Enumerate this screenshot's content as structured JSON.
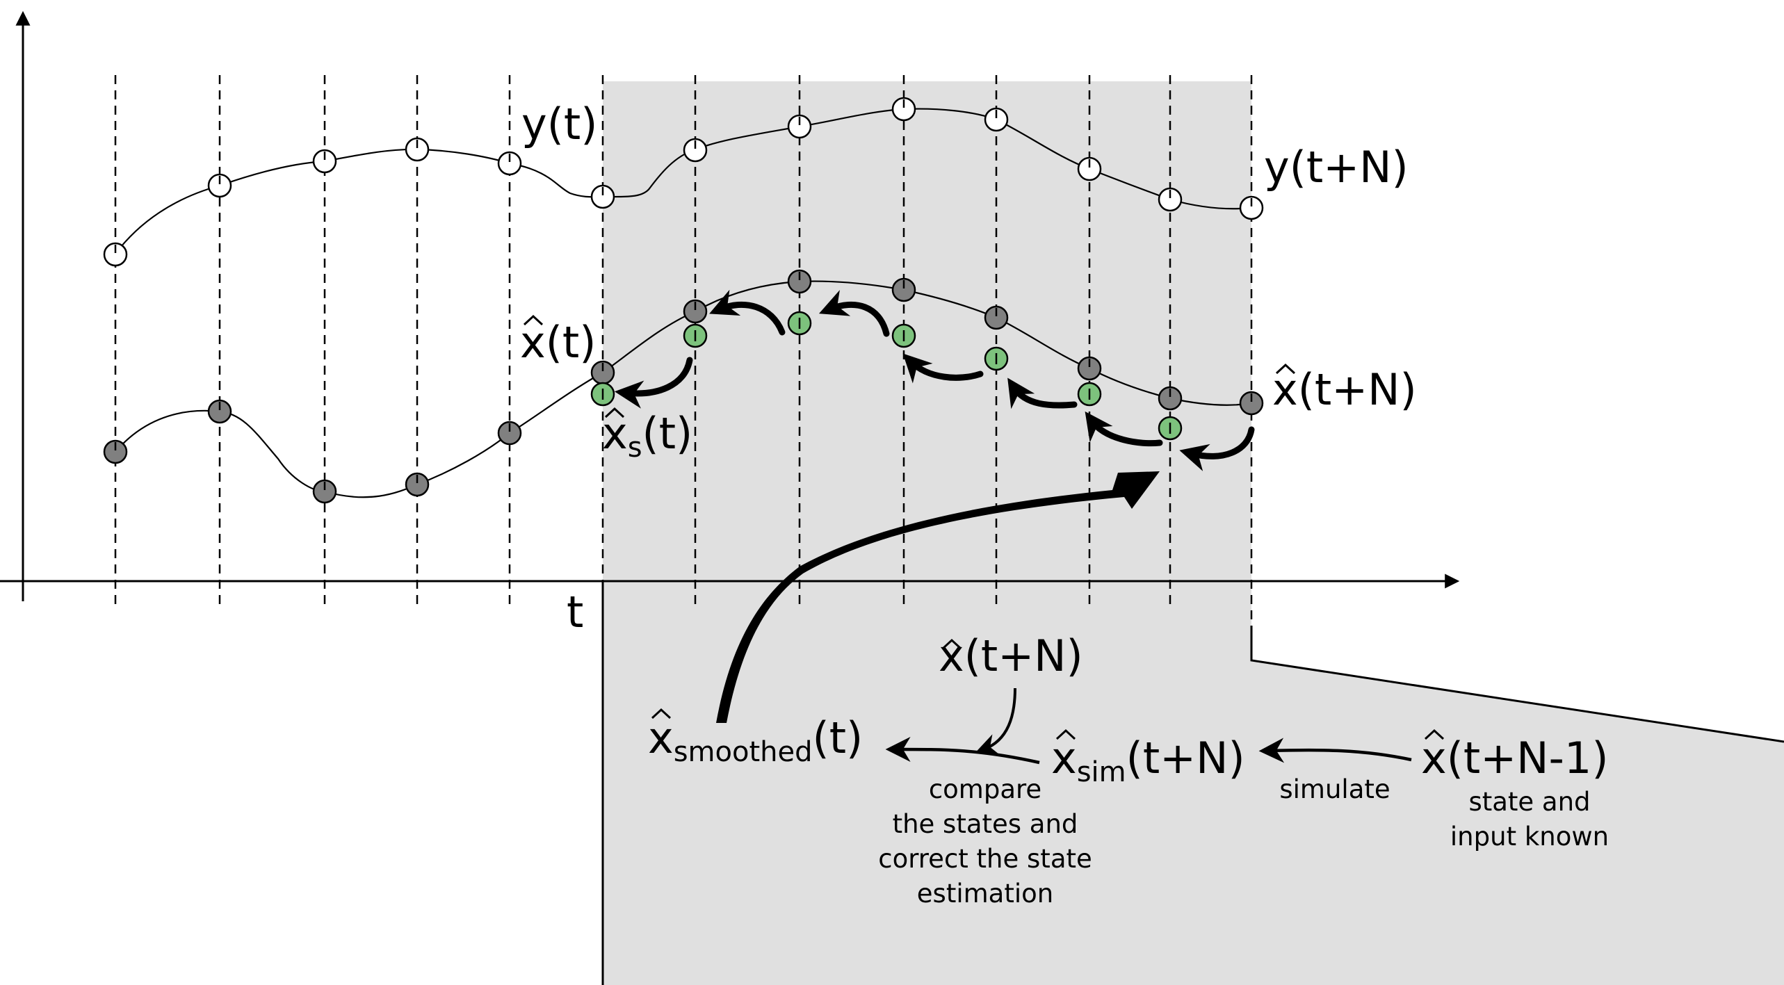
{
  "labels": {
    "t": "t",
    "y_t": "y(t)",
    "y_tN": "y(t+N)",
    "x_t": "x(t)",
    "x_tN": "x(t+N)",
    "xs_t_base": "x",
    "xs_t_sub": "s",
    "xs_t_tail": "(t)"
  },
  "flow": {
    "x_tN": "x(t+N)",
    "smoothed_base": "x",
    "smoothed_sub": "smoothed",
    "smoothed_tail": "(t)",
    "sim_base": "x",
    "sim_sub": "sim",
    "sim_tail": "(t+N)",
    "x_tN1": "x(t+N-1)",
    "simulate": "simulate",
    "compare_lines": [
      "compare",
      "the states and",
      "correct the state",
      "estimation"
    ],
    "known_lines": [
      "state and",
      "input known"
    ]
  },
  "colors": {
    "window": "#e0e0e0",
    "measured_fill": "#ffffff",
    "estimate_fill": "#808080",
    "smoothed_fill": "#7dc27d",
    "ink": "#000000"
  }
}
